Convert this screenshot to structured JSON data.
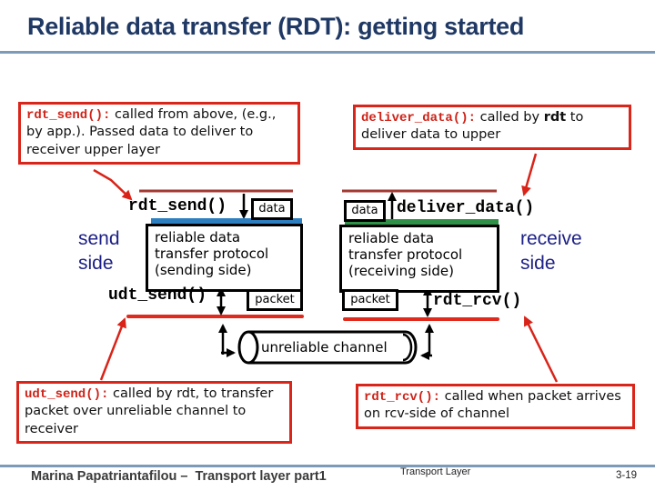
{
  "slide": {
    "title": "Reliable data transfer (RDT): getting started"
  },
  "callouts": {
    "rdt_send": {
      "code": "rdt_send():",
      "text": " called from above, (e.g., by app.). Passed data to deliver to receiver upper layer"
    },
    "deliver_data": {
      "code": "deliver_data():",
      "text_before": " called by ",
      "bold": "rdt",
      "text_after": " to deliver data to upper"
    },
    "udt_send": {
      "code": "udt_send():",
      "text": " called by rdt, to transfer packet over unreliable channel to receiver"
    },
    "rdt_rcv": {
      "code": "rdt_rcv():",
      "text": " called when packet arrives on rcv-side of channel"
    }
  },
  "diagram": {
    "send_side_label": "send side",
    "receive_side_label": "receive side",
    "rdt_send_label": "rdt_send()",
    "deliver_data_label": "deliver_data()",
    "udt_send_label": "udt_send()",
    "rdt_rcv_label": "rdt_rcv()",
    "data_label_send": "data",
    "data_label_receive": "data",
    "packet_label_send": "packet",
    "packet_label_receive": "packet",
    "send_protocol_lines": [
      "reliable data",
      "transfer protocol",
      "(sending side)"
    ],
    "receive_protocol_lines": [
      "reliable data",
      "transfer protocol",
      "(receiving side)"
    ],
    "unreliable_channel_label": "unreliable channel"
  },
  "footer": {
    "left": "Marina Papatriantafilou –  Transport layer part1",
    "center": "Transport Layer",
    "right": "3-19"
  },
  "colors": {
    "title_navy": "#1f3864",
    "rule_blue": "#7d9bb8",
    "callout_border_red": "#da251a",
    "code_red": "#cf2217",
    "blue_shadow": "#2e7fc0",
    "green_shadow": "#2f9148",
    "dark_red_line": "#a23a31",
    "bright_red_line": "#e02a1d",
    "side_label_blue": "#1c1f85",
    "arrow_red": "#d92318"
  }
}
